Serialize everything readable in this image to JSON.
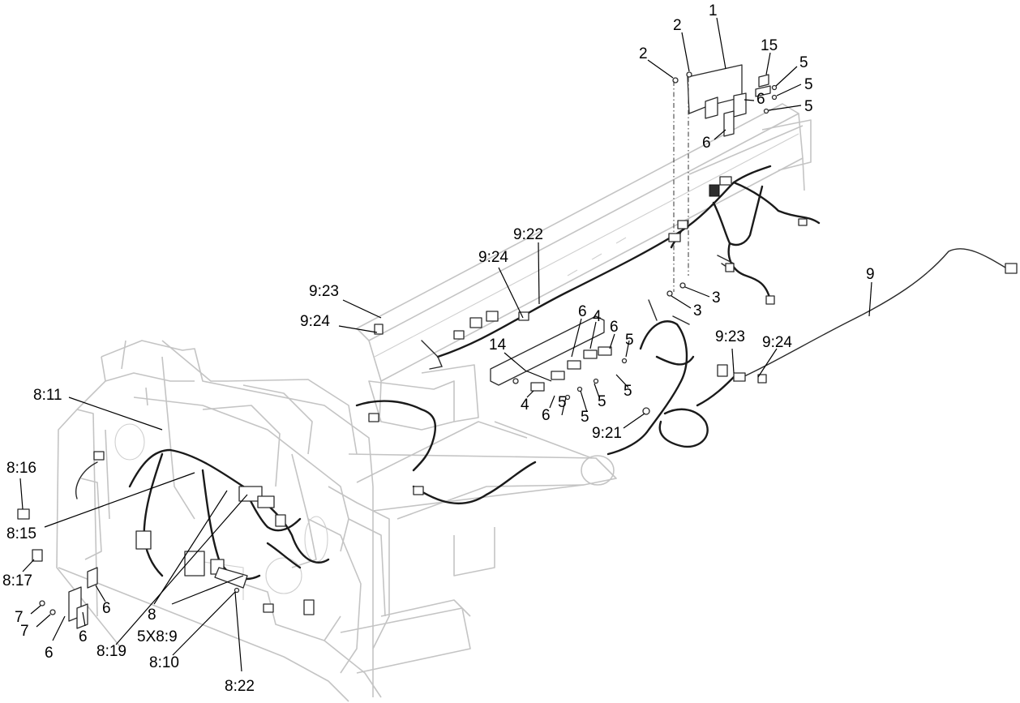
{
  "diagram": {
    "callouts": [
      {
        "id": "c-1",
        "text": "1"
      },
      {
        "id": "c-2a",
        "text": "2"
      },
      {
        "id": "c-2b",
        "text": "2"
      },
      {
        "id": "c-15",
        "text": "15"
      },
      {
        "id": "c-5a",
        "text": "5"
      },
      {
        "id": "c-5b",
        "text": "5"
      },
      {
        "id": "c-5c",
        "text": "5"
      },
      {
        "id": "c-6a",
        "text": "6"
      },
      {
        "id": "c-6b",
        "text": "6"
      },
      {
        "id": "c-3a",
        "text": "3"
      },
      {
        "id": "c-3b",
        "text": "3"
      },
      {
        "id": "c-9",
        "text": "9"
      },
      {
        "id": "c-922",
        "text": "9:22"
      },
      {
        "id": "c-924a",
        "text": "9:24"
      },
      {
        "id": "c-923a",
        "text": "9:23"
      },
      {
        "id": "c-924b",
        "text": "9:24"
      },
      {
        "id": "c-6c",
        "text": "6"
      },
      {
        "id": "c-4a",
        "text": "4"
      },
      {
        "id": "c-6d",
        "text": "6"
      },
      {
        "id": "c-5d",
        "text": "5"
      },
      {
        "id": "c-14",
        "text": "14"
      },
      {
        "id": "c-923b",
        "text": "9:23"
      },
      {
        "id": "c-924c",
        "text": "9:24"
      },
      {
        "id": "c-5e",
        "text": "5"
      },
      {
        "id": "c-5f",
        "text": "5"
      },
      {
        "id": "c-5g",
        "text": "5"
      },
      {
        "id": "c-4b",
        "text": "4"
      },
      {
        "id": "c-6e",
        "text": "6"
      },
      {
        "id": "c-5h",
        "text": "5"
      },
      {
        "id": "c-921",
        "text": "9:21"
      },
      {
        "id": "c-811",
        "text": "8:11"
      },
      {
        "id": "c-816",
        "text": "8:16"
      },
      {
        "id": "c-815",
        "text": "8:15"
      },
      {
        "id": "c-817",
        "text": "8:17"
      },
      {
        "id": "c-7a",
        "text": "7"
      },
      {
        "id": "c-7b",
        "text": "7"
      },
      {
        "id": "c-6f",
        "text": "6"
      },
      {
        "id": "c-6g",
        "text": "6"
      },
      {
        "id": "c-6h",
        "text": "6"
      },
      {
        "id": "c-8",
        "text": "8"
      },
      {
        "id": "c-819",
        "text": "8:19"
      },
      {
        "id": "c-5x89",
        "text": "5X8:9"
      },
      {
        "id": "c-810",
        "text": "8:10"
      },
      {
        "id": "c-822",
        "text": "8:22"
      }
    ]
  }
}
